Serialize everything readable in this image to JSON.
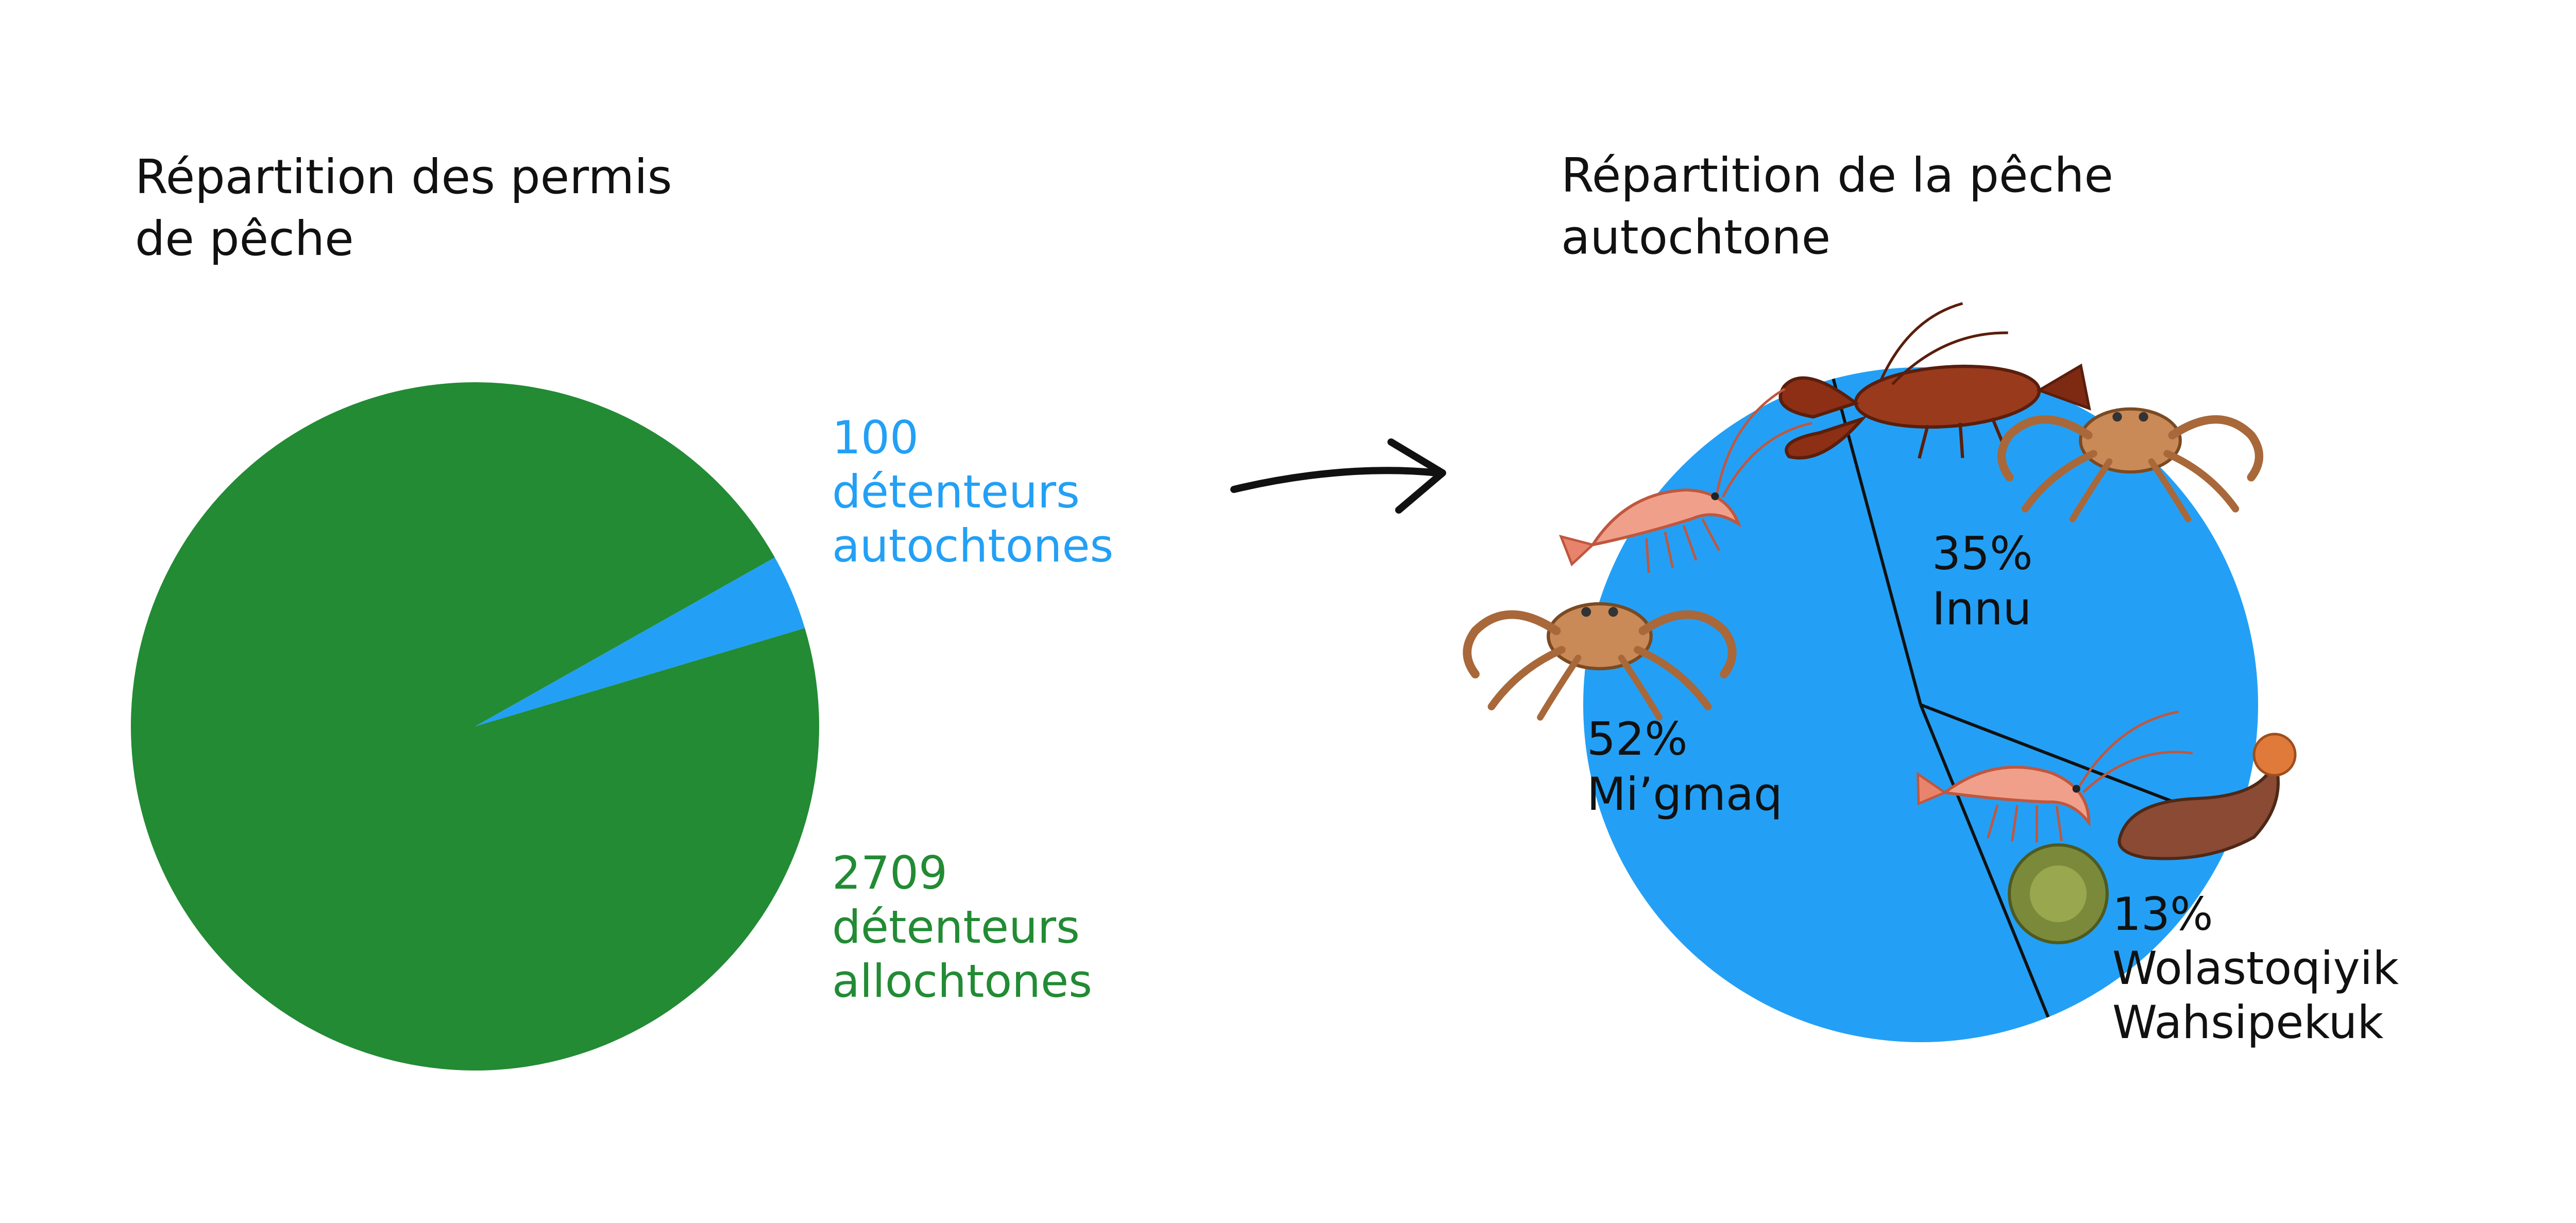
{
  "colors": {
    "green": "#228B34",
    "blue": "#23A0F5",
    "text": "#111111",
    "divider": "#111111"
  },
  "chart_data": [
    {
      "type": "pie",
      "title": "Répartition des permis de pêche",
      "title_lines": [
        "Répartition des permis",
        "de pêche"
      ],
      "slices": [
        {
          "value": 100,
          "label_lines": [
            "100",
            "détenteurs",
            "autochtones"
          ],
          "color": "#23A0F5"
        },
        {
          "value": 2709,
          "label_lines": [
            "2709",
            "détenteurs",
            "allochtones"
          ],
          "color": "#228B34"
        }
      ],
      "legend": "none"
    },
    {
      "type": "pie",
      "title": "Répartition de la pêche autochtone",
      "title_lines": [
        "Répartition de la pêche",
        "autochtone"
      ],
      "slices": [
        {
          "value": 35,
          "label_lines": [
            "35%",
            "Innu"
          ],
          "icons": [
            "lobster-icon",
            "crab-icon"
          ]
        },
        {
          "value": 13,
          "label_lines": [
            "13%",
            "Wolastoqiyik",
            "Wahsipekuk"
          ],
          "icons": [
            "shrimp-icon",
            "sea-cucumber-icon",
            "sea-urchin-icon"
          ]
        },
        {
          "value": 52,
          "label_lines": [
            "52%",
            "Mi’gmaq"
          ],
          "icons": [
            "shrimp-icon",
            "crab-icon"
          ]
        }
      ],
      "fill_color": "#23A0F5",
      "legend": "none"
    }
  ],
  "connector": {
    "icon": "arrow-right-icon"
  }
}
